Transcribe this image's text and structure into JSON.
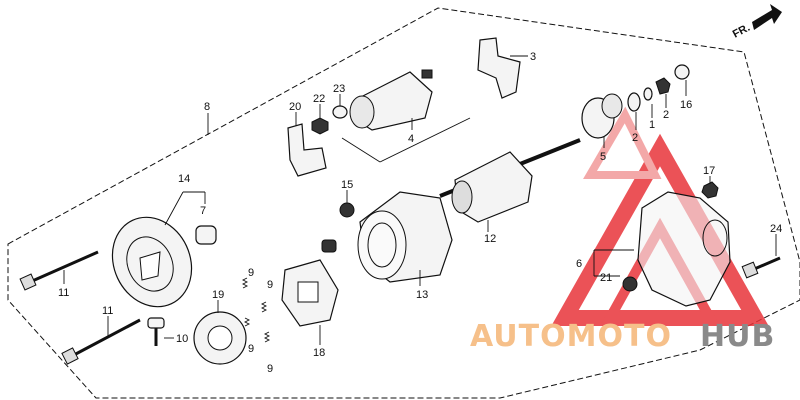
{
  "direction_label": "FR.",
  "callouts": [
    {
      "id": "c1",
      "text": "1"
    },
    {
      "id": "c2a",
      "text": "2"
    },
    {
      "id": "c2b",
      "text": "2"
    },
    {
      "id": "c3",
      "text": "3"
    },
    {
      "id": "c4",
      "text": "4"
    },
    {
      "id": "c5",
      "text": "5"
    },
    {
      "id": "c6",
      "text": "6"
    },
    {
      "id": "c7",
      "text": "7"
    },
    {
      "id": "c8",
      "text": "8"
    },
    {
      "id": "c9a",
      "text": "9"
    },
    {
      "id": "c9b",
      "text": "9"
    },
    {
      "id": "c9c",
      "text": "9"
    },
    {
      "id": "c9d",
      "text": "9"
    },
    {
      "id": "c10",
      "text": "10"
    },
    {
      "id": "c11a",
      "text": "11"
    },
    {
      "id": "c11b",
      "text": "11"
    },
    {
      "id": "c12",
      "text": "12"
    },
    {
      "id": "c13",
      "text": "13"
    },
    {
      "id": "c14",
      "text": "14"
    },
    {
      "id": "c15",
      "text": "15"
    },
    {
      "id": "c16",
      "text": "16"
    },
    {
      "id": "c17",
      "text": "17"
    },
    {
      "id": "c18",
      "text": "18"
    },
    {
      "id": "c19",
      "text": "19"
    },
    {
      "id": "c20",
      "text": "20"
    },
    {
      "id": "c21",
      "text": "21"
    },
    {
      "id": "c22",
      "text": "22"
    },
    {
      "id": "c23",
      "text": "23"
    },
    {
      "id": "c24",
      "text": "24"
    }
  ],
  "watermark": {
    "part1": "AUTOMOTO",
    "part2": "HUB",
    "color_primary": "#e8343a",
    "color_secondary": "#f6c08a",
    "color_hub": "#8a8a8a"
  },
  "colors": {
    "line": "#111111",
    "background": "#ffffff"
  }
}
